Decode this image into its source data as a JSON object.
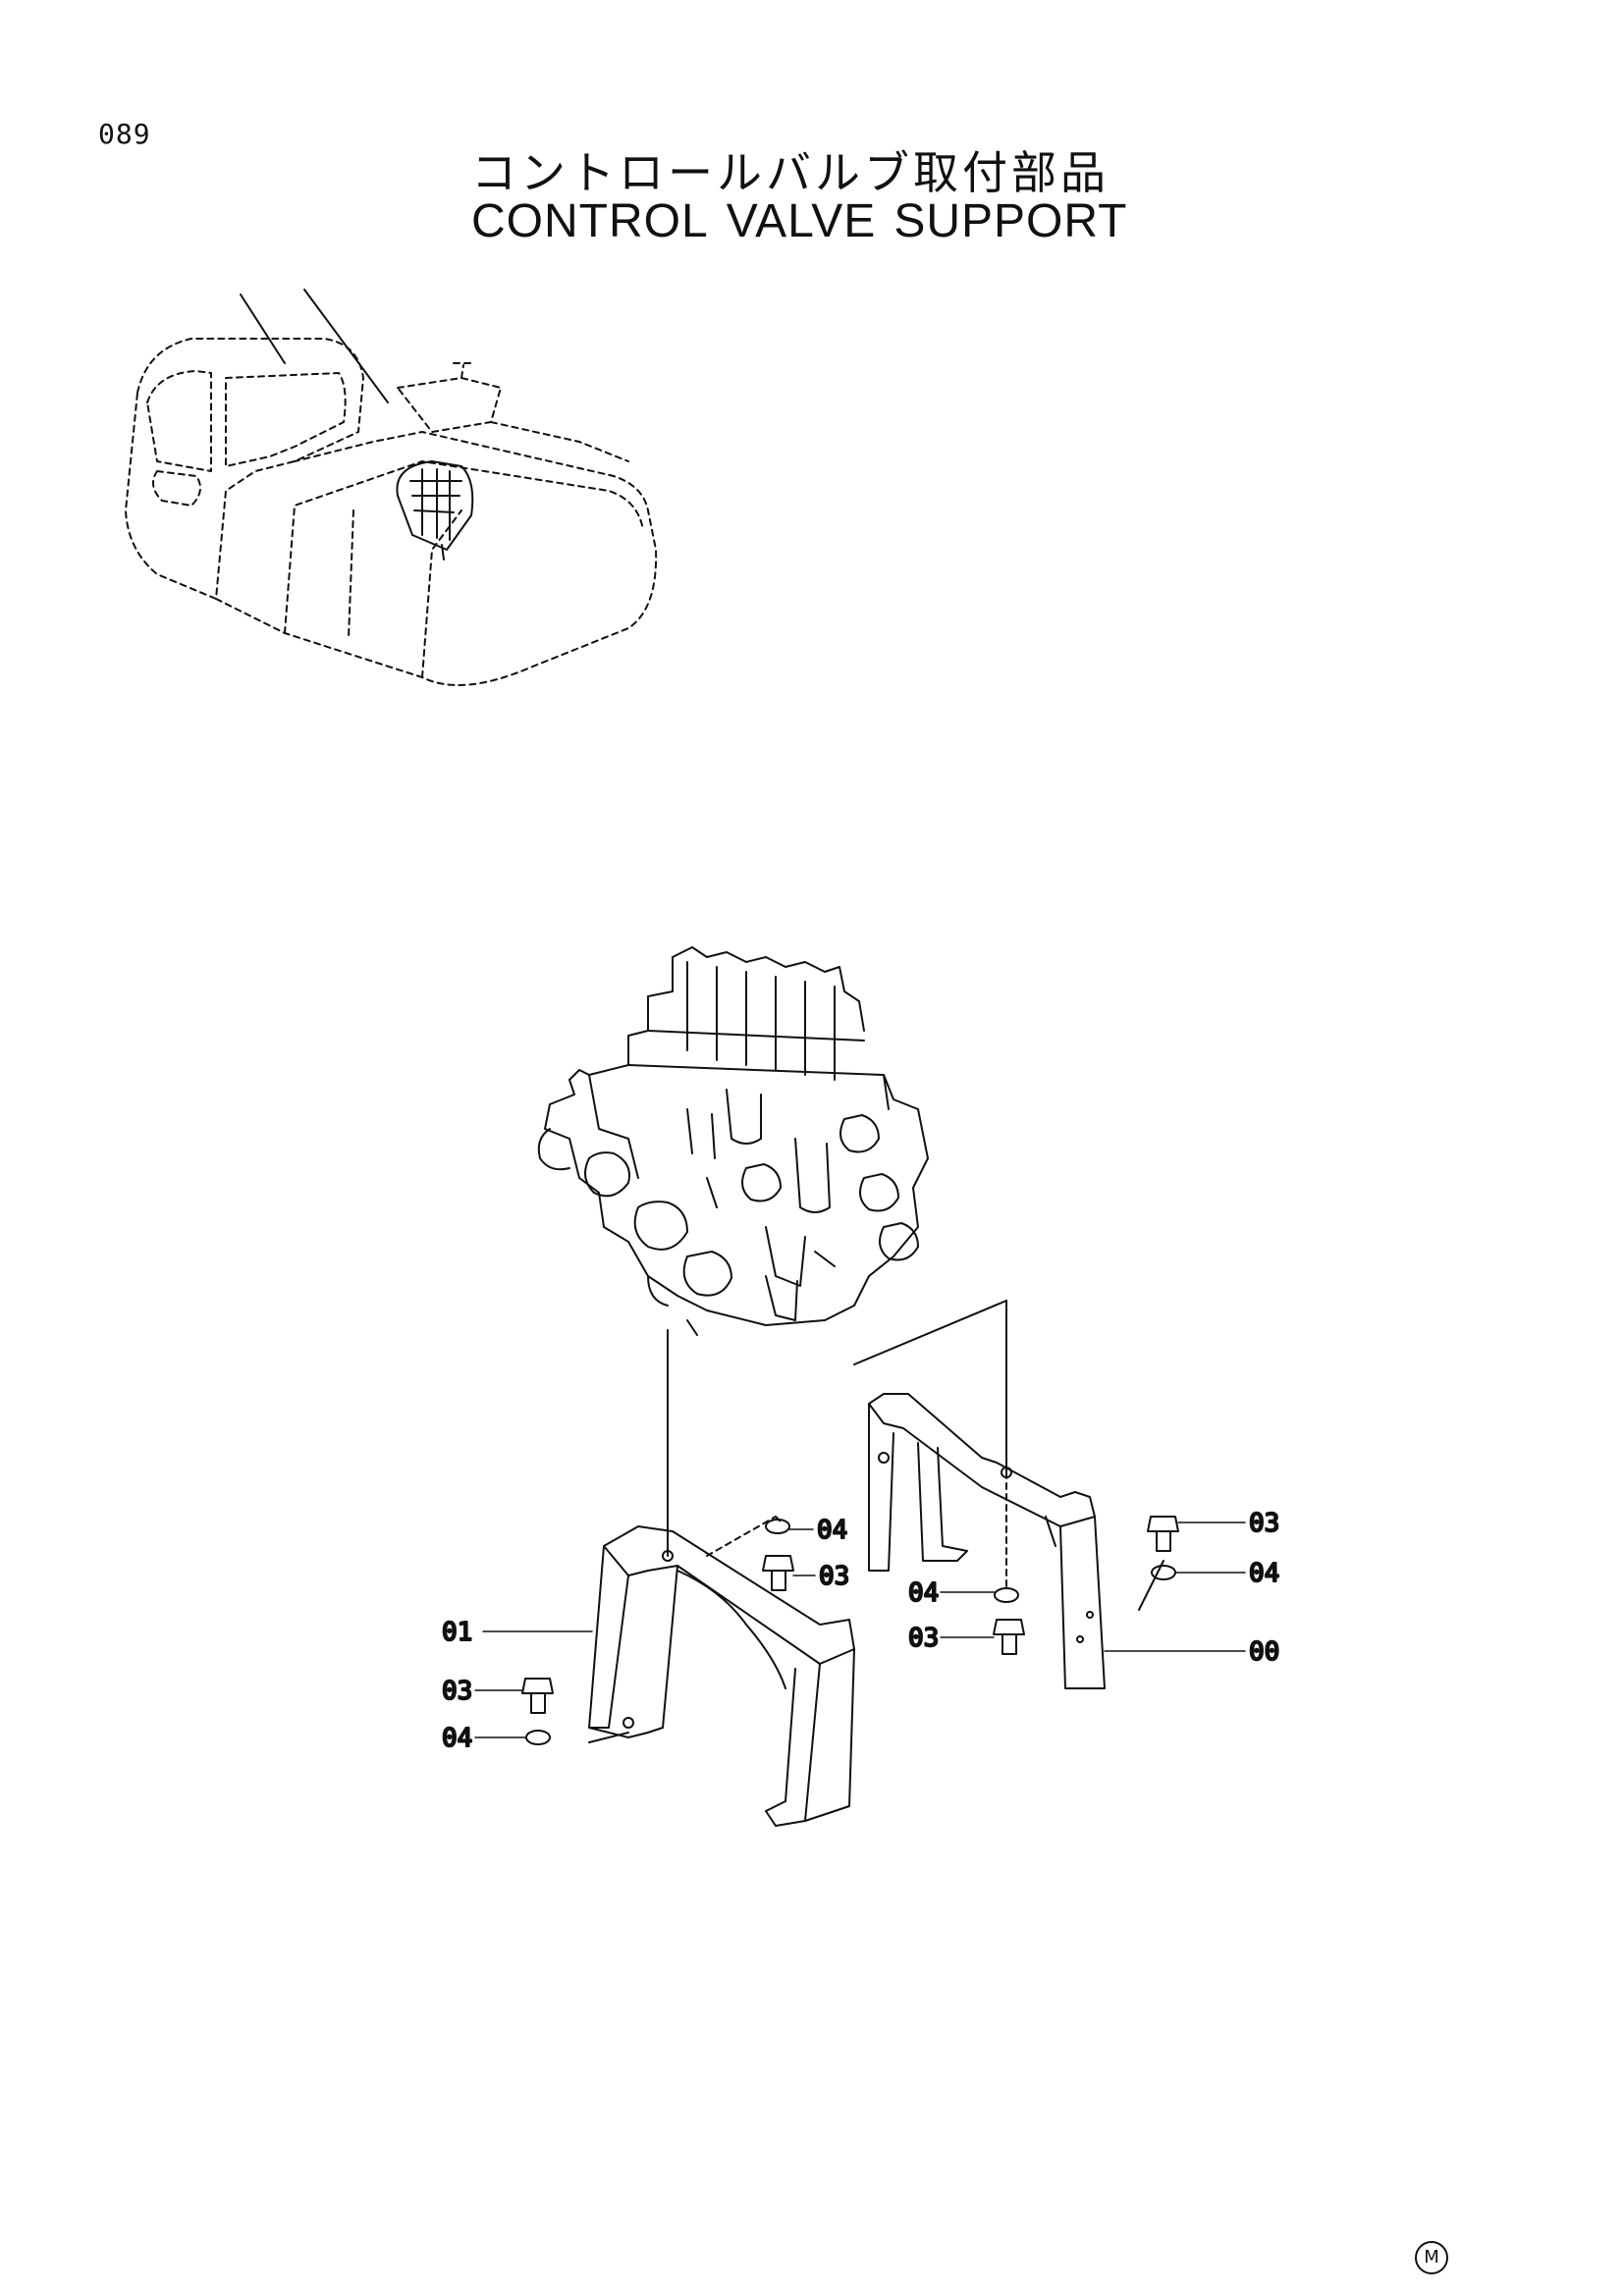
{
  "page": {
    "number": "089",
    "title_ja": "コントロールバルブ取付部品",
    "title_en": [
      "CONTROL",
      "VALVE",
      "SUPPORT"
    ],
    "mark": "M"
  },
  "callouts": [
    {
      "id": "01",
      "label": "01"
    },
    {
      "id": "03-left",
      "label": "03"
    },
    {
      "id": "04-left",
      "label": "04"
    },
    {
      "id": "04-center",
      "label": "04"
    },
    {
      "id": "03-center",
      "label": "03"
    },
    {
      "id": "04-right-mid",
      "label": "04"
    },
    {
      "id": "03-right-mid",
      "label": "03"
    },
    {
      "id": "03-right",
      "label": "03"
    },
    {
      "id": "04-right",
      "label": "04"
    },
    {
      "id": "00",
      "label": "00"
    }
  ],
  "colors": {
    "ink": "#111111",
    "paper": "#ffffff"
  }
}
